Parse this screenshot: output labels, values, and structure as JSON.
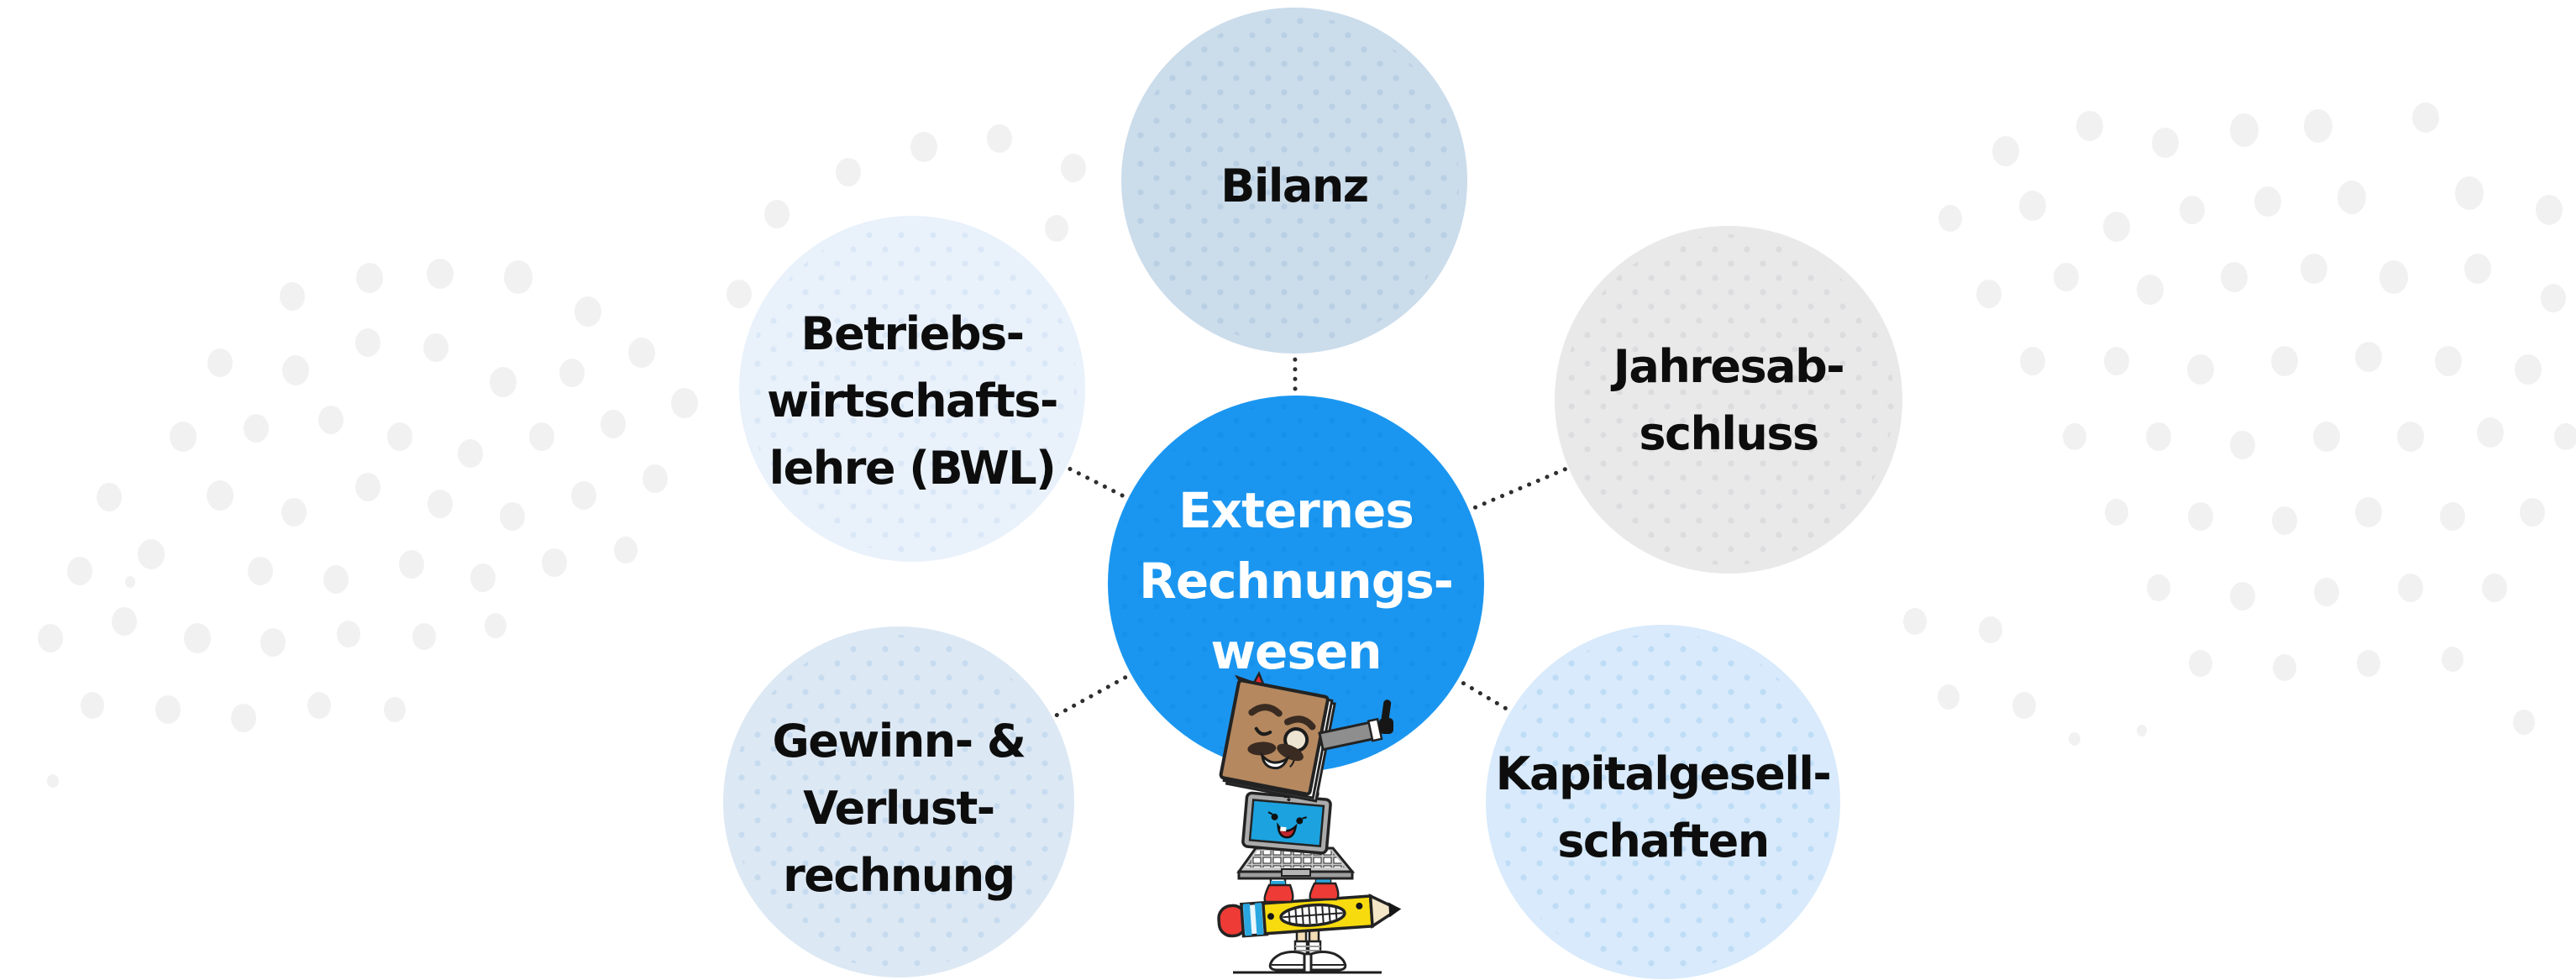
{
  "diagram": {
    "center_label": "Externes\nRechnungs-\nwesen",
    "nodes": {
      "bilanz": "Bilanz",
      "jahresabschluss": "Jahresab-\nschluss",
      "kapitalgesellschaften": "Kapitalgesell-\nschaften",
      "gewinn_verlust": "Gewinn- &\nVerlust-\nrechnung",
      "bwl": "Betriebs-\nwirtschafts-\nlehre (BWL)"
    },
    "colors": {
      "center": "#1B96F0",
      "bilanz": "#CBDCEB",
      "bwl": "#E9F1FB",
      "jahresabschluss": "#E9E9EA",
      "gewinn_verlust": "#DCE8F4",
      "kapitalgesellschaften": "#D8EAFB",
      "connector": "#2E2E2E",
      "node_text": "#0D0D0D",
      "center_text": "#FFFFFF"
    },
    "mascot_icon": "book-on-laptop-on-pencil-mascot"
  }
}
